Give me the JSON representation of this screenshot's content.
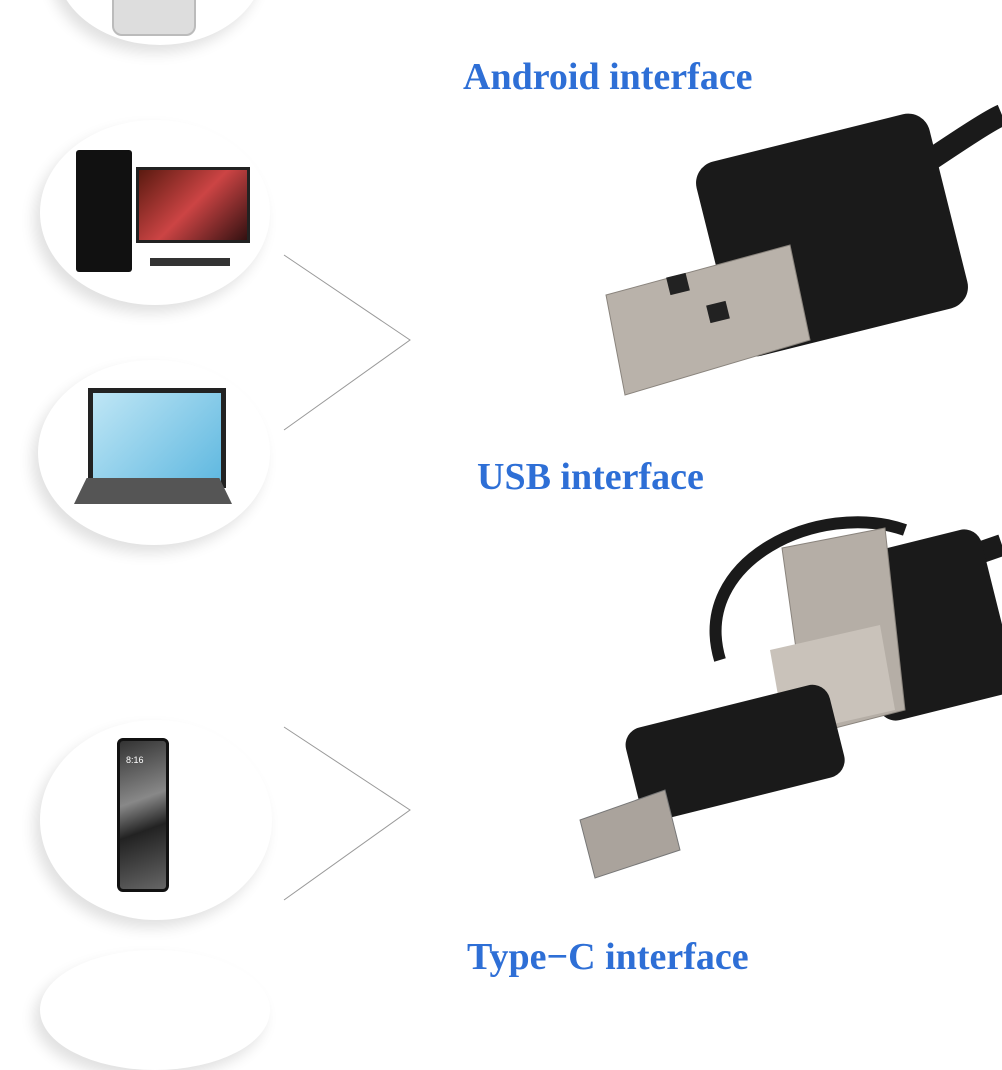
{
  "labels": {
    "android": "Android interface",
    "usb": "USB interface",
    "typec": "Type−C interface"
  },
  "phone_clock": "8:16",
  "colors": {
    "label": "#2e6fd6",
    "cable": "#1a1a1a",
    "metal": "#b9b2aa"
  }
}
